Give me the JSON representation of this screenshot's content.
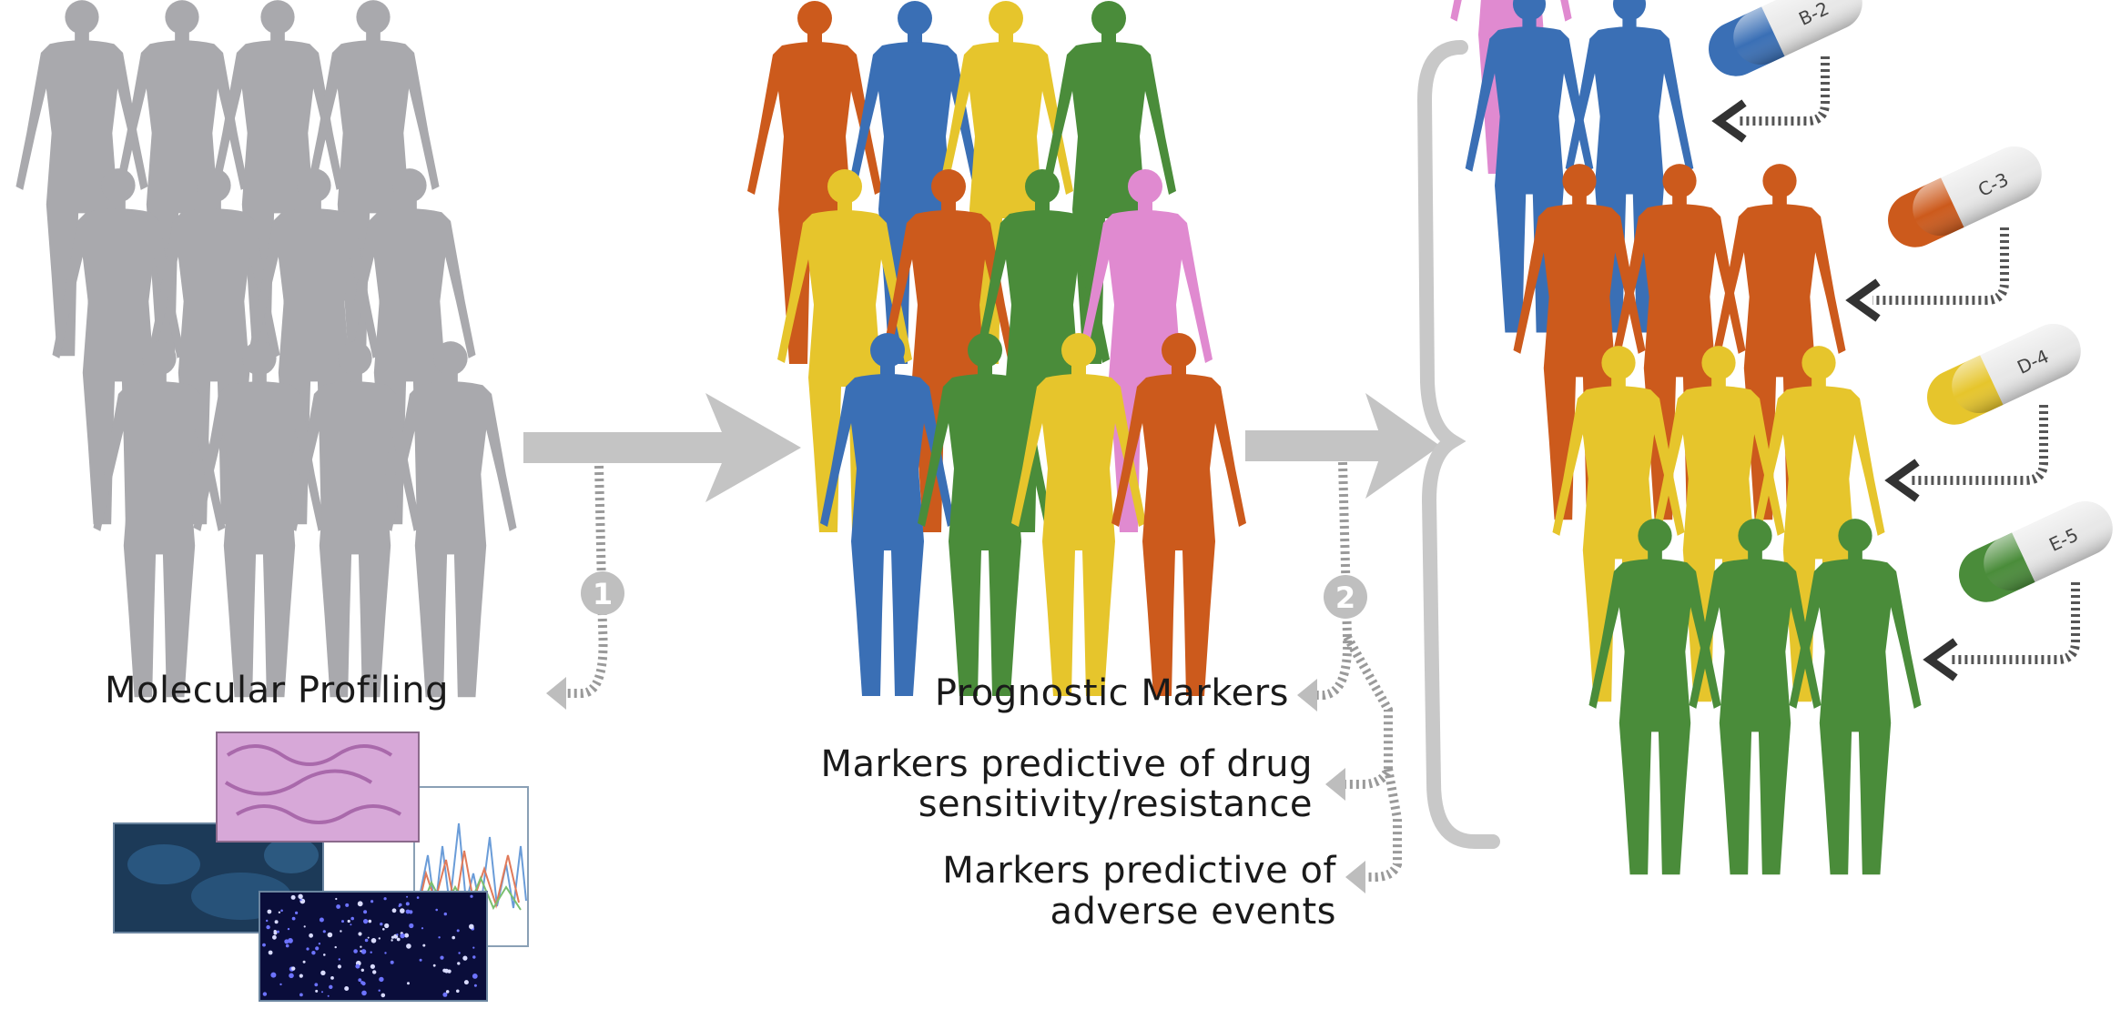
{
  "labels": {
    "molecular_profiling": "Molecular Profiling",
    "prognostic_markers": "Prognostic Markers",
    "drug_sensitivity_1": "Markers predictive of drug",
    "drug_sensitivity_2": "sensitivity/resistance",
    "adverse_events_1": "Markers predictive of",
    "adverse_events_2": "adverse events"
  },
  "step_badges": [
    "1",
    "2"
  ],
  "pills": [
    "B-2",
    "C-3",
    "D-4",
    "E-5"
  ],
  "colors": {
    "gray_figure": "#a9a9ad",
    "orange": "#cc5a1c",
    "blue": "#3a6fb5",
    "yellow": "#e6c52c",
    "green": "#4a8c3a",
    "pink": "#e08ad0",
    "arrow": "#c4c4c4",
    "dotted": "#999999"
  }
}
